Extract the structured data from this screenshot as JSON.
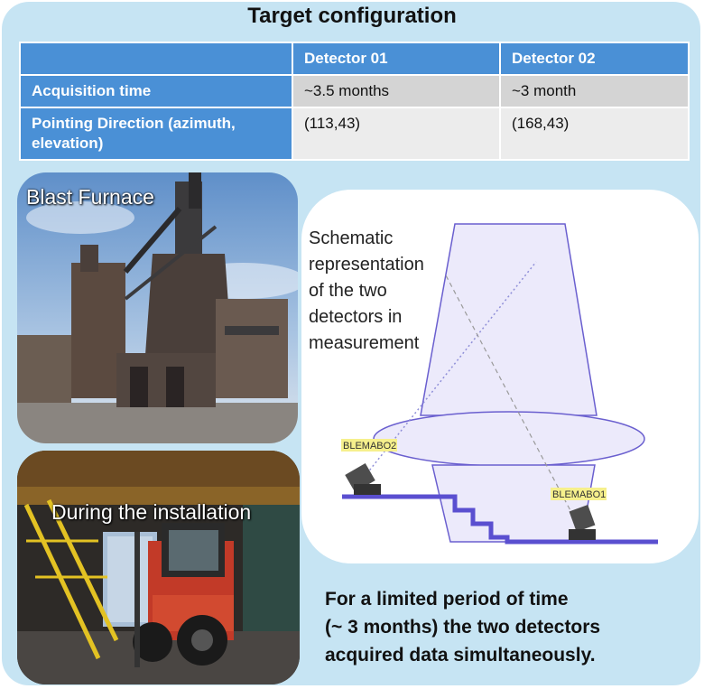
{
  "title": "Target configuration",
  "table": {
    "header": [
      "",
      "Detector 01",
      "Detector 02"
    ],
    "rows": [
      {
        "label": "Acquisition time",
        "d1": "~3.5 months",
        "d2": "~3 month"
      },
      {
        "label": "Pointing Direction (azimuth, elevation)",
        "d1": "(113,43)",
        "d2": "(168,43)"
      }
    ]
  },
  "photos": {
    "blast_furnace_label": "Blast Furnace",
    "installation_label": "During the installation"
  },
  "schematic": {
    "caption": [
      "Schematic",
      "representation",
      "of the two",
      "detectors in",
      "measurement"
    ],
    "detector2_label": "BLEMABO2",
    "detector1_label": "BLEMABO1"
  },
  "summary": [
    "For a limited period of time",
    "(~ 3 months) the two detectors",
    "acquired data simultaneously."
  ],
  "colors": {
    "panel": "#c6e4f3",
    "table_header": "#4a90d6",
    "schematic_line": "#5a4fd0"
  }
}
